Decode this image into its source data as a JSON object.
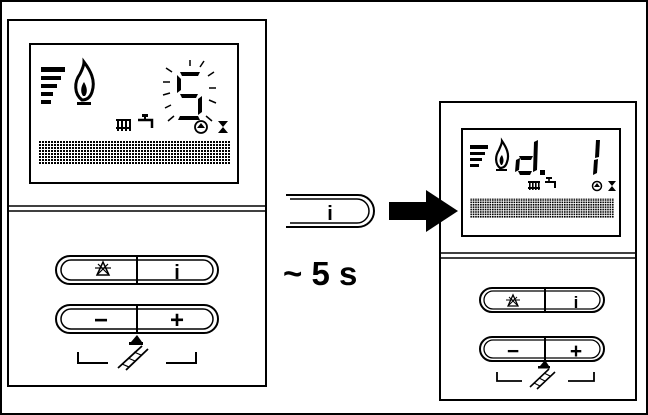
{
  "left_panel": {
    "display": {
      "digit": "5"
    },
    "buttons": {
      "chimney_sweep": {
        "icon": "chimney-sweep-flame-icon"
      },
      "info_label": "i",
      "minus_label": "−",
      "plus_label": "+"
    },
    "combo_icon": "chimney-sweep-ladder-icon"
  },
  "middle": {
    "info_button_label": "i",
    "arrow_icon": "right-arrow-icon",
    "duration": "~ 5 s"
  },
  "right_panel": {
    "display": {
      "code_letter": "d.",
      "code_number": "1"
    },
    "buttons": {
      "chimney_sweep": {
        "icon": "chimney-sweep-flame-icon"
      },
      "info_label": "i",
      "minus_label": "−",
      "plus_label": "+"
    },
    "combo_icon": "chimney-sweep-ladder-icon"
  },
  "colors": {
    "line": "#000000",
    "background": "#ffffff"
  }
}
